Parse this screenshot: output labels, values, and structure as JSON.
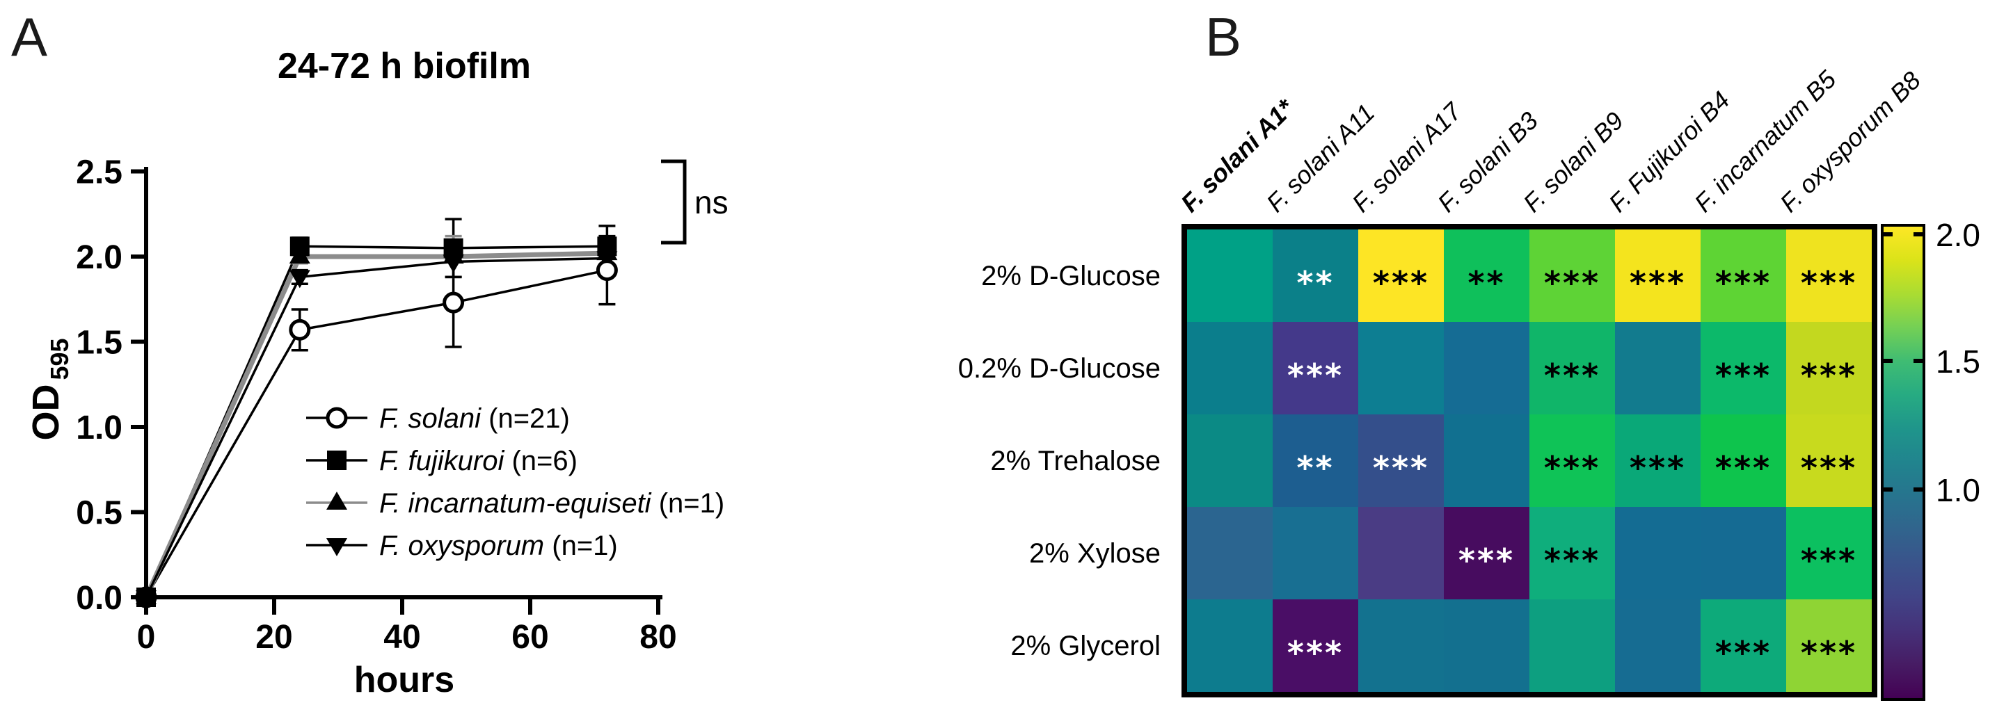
{
  "panels": {
    "a_letter": "A",
    "b_letter": "B"
  },
  "chart_data": [
    {
      "type": "line",
      "panel": "A",
      "title": "24-72 h biofilm",
      "xlabel": "hours",
      "ylabel": "OD",
      "ylabel_subscript": "595",
      "annotation": "ns",
      "x": [
        0,
        24,
        48,
        72
      ],
      "xlim": [
        0,
        80
      ],
      "ylim": [
        0.0,
        2.5
      ],
      "x_ticks": [
        "0",
        "20",
        "40",
        "60",
        "80"
      ],
      "y_ticks": [
        "0.0",
        "0.5",
        "1.0",
        "1.5",
        "2.0",
        "2.5"
      ],
      "grid": false,
      "legend_position": "inside-lower-right",
      "series": [
        {
          "name": "F. solani",
          "n": 21,
          "marker": "open-circle",
          "color": "#000000",
          "values": [
            0,
            1.57,
            1.73,
            1.92
          ],
          "errors": [
            0,
            0.12,
            0.26,
            0.2
          ]
        },
        {
          "name": "F. fujikuroi",
          "n": 6,
          "marker": "filled-square",
          "color": "#000000",
          "values": [
            0,
            2.06,
            2.05,
            2.06
          ],
          "errors": [
            0,
            0.05,
            0.17,
            0.12
          ]
        },
        {
          "name": "F. incarnatum-equiseti",
          "n": 1,
          "marker": "filled-triangle-up",
          "color": "#8c8c8c",
          "values": [
            0,
            2.0,
            2.0,
            2.02
          ],
          "errors": [
            0,
            0.04,
            0.12,
            0.07
          ]
        },
        {
          "name": "F. oxysporum",
          "n": 1,
          "marker": "filled-triangle-down",
          "color": "#000000",
          "values": [
            0,
            1.88,
            1.97,
            1.99
          ],
          "errors": [
            0,
            0.04,
            0.09,
            0.05
          ]
        }
      ],
      "legend": [
        {
          "marker": "open-circle",
          "species": "F. solani",
          "suffix": " (n=21)"
        },
        {
          "marker": "filled-square",
          "species": "F. fujikuroi",
          "suffix": " (n=6)"
        },
        {
          "marker": "filled-triangle-up",
          "species": "F. incarnatum-equiseti",
          "suffix": " (n=1)"
        },
        {
          "marker": "filled-triangle-down",
          "species": "F. oxysporum",
          "suffix": " (n=1)"
        }
      ]
    },
    {
      "type": "heatmap",
      "panel": "B",
      "columns": [
        {
          "label": "F. solani A1*",
          "bold": true
        },
        {
          "label": "F. solani A11",
          "bold": false
        },
        {
          "label": "F. solani A17",
          "bold": false
        },
        {
          "label": "F. solani B3",
          "bold": false
        },
        {
          "label": "F. solani B9",
          "bold": false
        },
        {
          "label": "F. Fujikuroi B4",
          "bold": false
        },
        {
          "label": "F. incarnatum B5",
          "bold": false
        },
        {
          "label": "F. oxysporum B8",
          "bold": false
        }
      ],
      "rows": [
        "2% D-Glucose",
        "0.2% D-Glucose",
        "2% Trehalose",
        "2% Xylose",
        "2% Glycerol"
      ],
      "values": [
        [
          1.45,
          1.25,
          2.0,
          1.6,
          1.75,
          1.95,
          1.75,
          1.95
        ],
        [
          1.2,
          0.7,
          1.2,
          1.1,
          1.55,
          1.2,
          1.55,
          1.85
        ],
        [
          1.3,
          1.0,
          0.9,
          1.1,
          1.6,
          1.5,
          1.6,
          1.85
        ],
        [
          1.05,
          1.1,
          0.75,
          0.4,
          1.5,
          1.1,
          1.1,
          1.6
        ],
        [
          1.2,
          0.45,
          1.15,
          1.1,
          1.45,
          1.1,
          1.5,
          1.8
        ]
      ],
      "cell_colors": [
        [
          "#00a186",
          "#0b8089",
          "#fde525",
          "#0fc05b",
          "#5ed336",
          "#f4e41e",
          "#5ed434",
          "#efe31f"
        ],
        [
          "#0b7e8c",
          "#44398a",
          "#0d7e92",
          "#156c94",
          "#10b569",
          "#127b8e",
          "#0cb96a",
          "#c3d81f"
        ],
        [
          "#0b8a85",
          "#1d5e90",
          "#344f8b",
          "#117090",
          "#0fc357",
          "#0aa878",
          "#0ec44d",
          "#c8da1e"
        ],
        [
          "#2b6590",
          "#186f92",
          "#4a3c84",
          "#470c5f",
          "#0fae7c",
          "#146c93",
          "#156b93",
          "#0cc060"
        ],
        [
          "#0d7c8e",
          "#4a0e66",
          "#13728f",
          "#13708f",
          "#0d9f80",
          "#166c92",
          "#0daa7a",
          "#8fd434"
        ]
      ],
      "significance": [
        [
          "",
          "**",
          "***",
          "**",
          "***",
          "***",
          "***",
          "***"
        ],
        [
          "",
          "***",
          "",
          "",
          "***",
          "",
          "***",
          "***"
        ],
        [
          "",
          "**",
          "***",
          "",
          "***",
          "***",
          "***",
          "***"
        ],
        [
          "",
          "",
          "",
          "***",
          "***",
          "",
          "",
          "***"
        ],
        [
          "",
          "***",
          "",
          "",
          "",
          "",
          "***",
          "***"
        ]
      ],
      "significance_color": [
        [
          "",
          "#ffffff",
          "#000000",
          "#000000",
          "#000000",
          "#000000",
          "#000000",
          "#000000"
        ],
        [
          "",
          "#ffffff",
          "",
          "",
          "#000000",
          "",
          "#000000",
          "#000000"
        ],
        [
          "",
          "#ffffff",
          "#ffffff",
          "",
          "#000000",
          "#000000",
          "#000000",
          "#000000"
        ],
        [
          "",
          "",
          "",
          "#ffffff",
          "#000000",
          "",
          "",
          "#000000"
        ],
        [
          "",
          "#ffffff",
          "",
          "",
          "",
          "",
          "#000000",
          "#000000"
        ]
      ],
      "colorbar": {
        "ticks": [
          {
            "label": "2.0",
            "frac": 0.012
          },
          {
            "label": "1.5",
            "frac": 0.284
          },
          {
            "label": "1.0",
            "frac": 0.56
          }
        ],
        "gradient": [
          "#fde725",
          "#dbe319",
          "#aadc32",
          "#74d055",
          "#3fbc73",
          "#27ab82",
          "#1f958b",
          "#21848e",
          "#27748e",
          "#31648d",
          "#3a538b",
          "#414487",
          "#453179",
          "#471c64",
          "#440154"
        ]
      }
    }
  ]
}
